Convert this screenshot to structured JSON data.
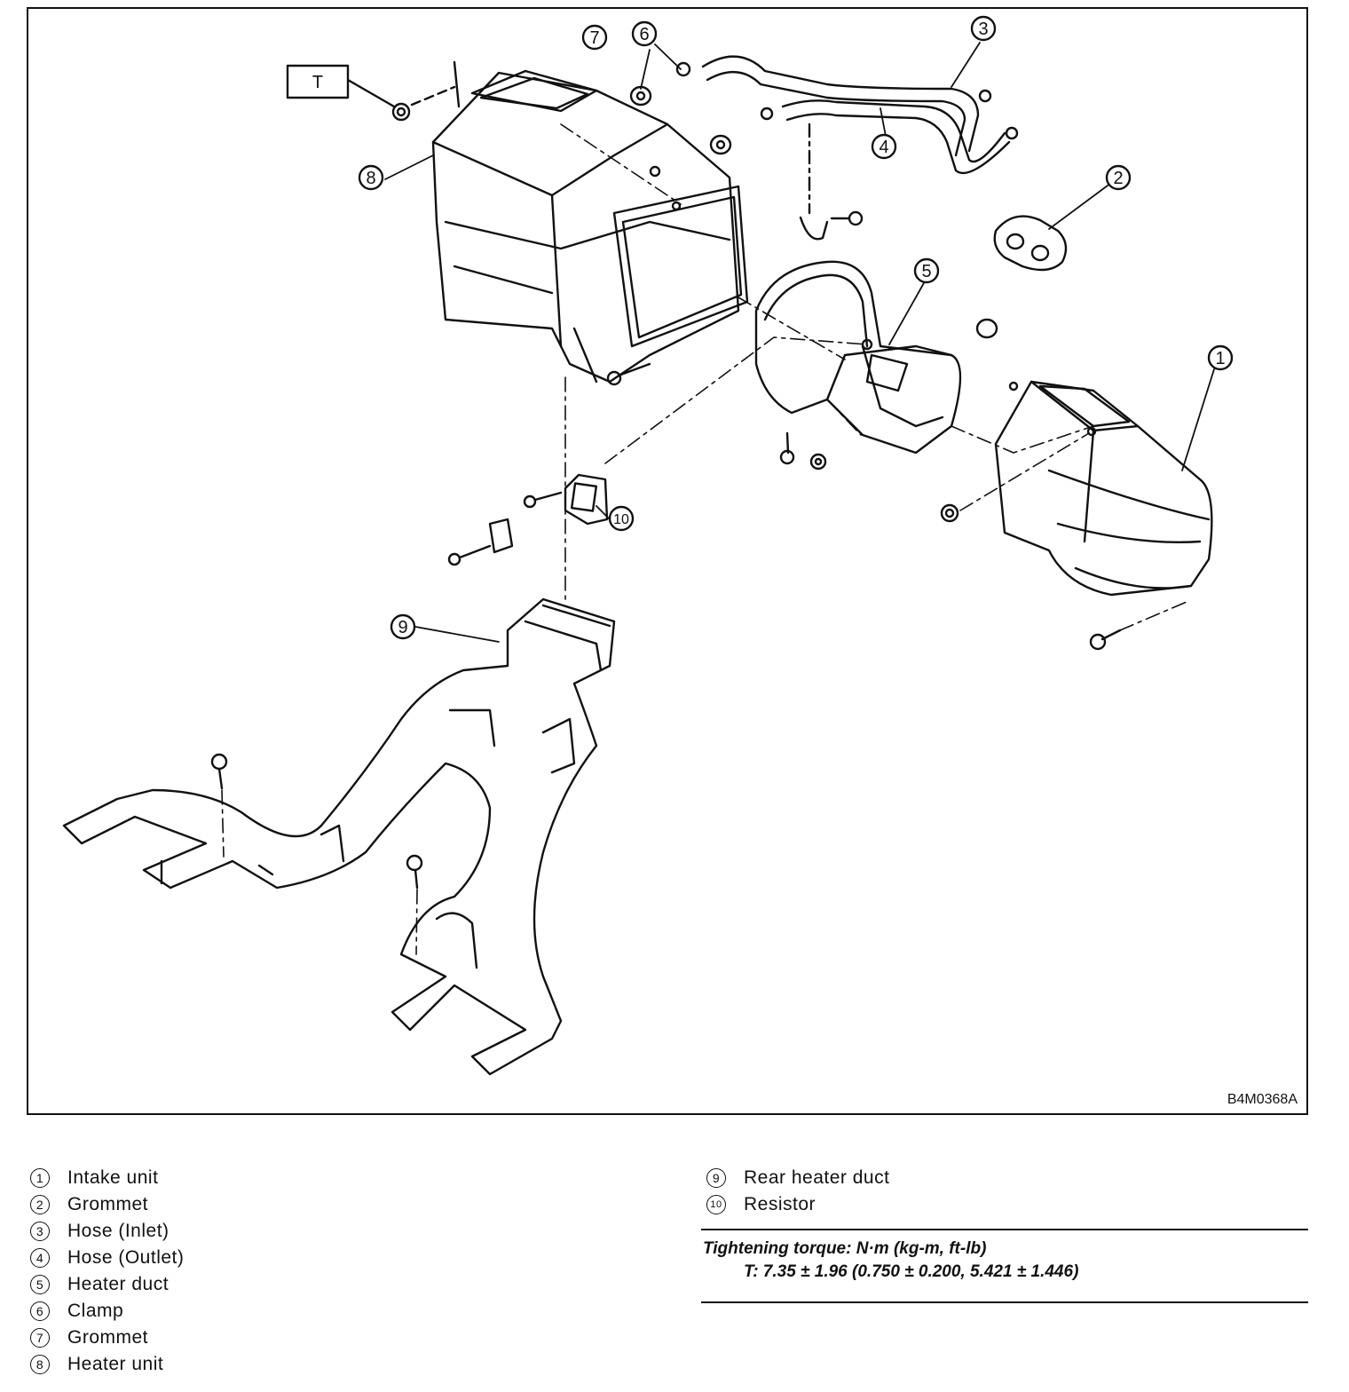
{
  "diagram": {
    "torque_marker": "T",
    "ref_code": "B4M0368A",
    "callouts": [
      "1",
      "2",
      "3",
      "4",
      "5",
      "6",
      "7",
      "8",
      "9",
      "10"
    ]
  },
  "legend": [
    {
      "num": "1",
      "label": "Intake unit"
    },
    {
      "num": "2",
      "label": "Grommet"
    },
    {
      "num": "3",
      "label": "Hose (Inlet)"
    },
    {
      "num": "4",
      "label": "Hose (Outlet)"
    },
    {
      "num": "5",
      "label": "Heater duct"
    },
    {
      "num": "6",
      "label": "Clamp"
    },
    {
      "num": "7",
      "label": "Grommet"
    },
    {
      "num": "8",
      "label": "Heater unit"
    },
    {
      "num": "9",
      "label": "Rear heater duct"
    },
    {
      "num": "10",
      "label": "Resistor"
    }
  ],
  "torque": {
    "heading": "Tightening torque: N·m (kg-m, ft-lb)",
    "value": "T: 7.35 ± 1.96 (0.750 ± 0.200, 5.421 ± 1.446)"
  }
}
